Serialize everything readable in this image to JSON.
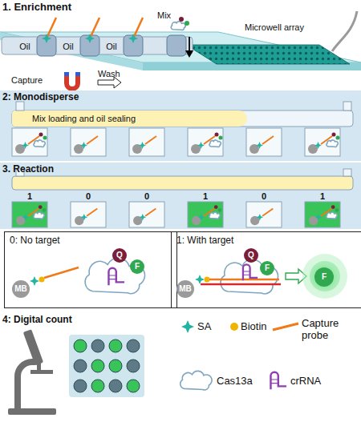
{
  "diagram": {
    "nodes": [
      {
        "text": [
          "0: No target"
        ]
      },
      {
        "text": [
          "MB"
        ],
        "in": 0
      },
      {
        "text": [
          "Q"
        ],
        "in": 0
      },
      {
        "text": [
          "F"
        ],
        "in": 0
      },
      {
        "text": [
          "1: With target"
        ]
      },
      {
        "text": [
          "MB"
        ],
        "in": 4
      },
      {
        "text": [
          "Q"
        ],
        "in": 4
      },
      {
        "text": [
          "F"
        ],
        "in": 4
      },
      {
        "text": [
          "F"
        ],
        "in": 4
      }
    ],
    "labels": [
      "1. Enrichment",
      "Oil",
      "Oil",
      "Oil",
      "Mix",
      "Capture",
      "Wash",
      "Microwell array",
      "2: Monodisperse",
      "Mix loading and oil sealing",
      "3. Reaction",
      "1",
      "0",
      "0",
      "1",
      "0",
      "1",
      "4: Digital count"
    ],
    "legend": [
      {
        "text": "SA"
      },
      {
        "text": "Biotin"
      },
      {
        "text": "Capture probe"
      },
      {
        "text": "Cas13a"
      },
      {
        "text": "crRNA"
      }
    ]
  }
}
